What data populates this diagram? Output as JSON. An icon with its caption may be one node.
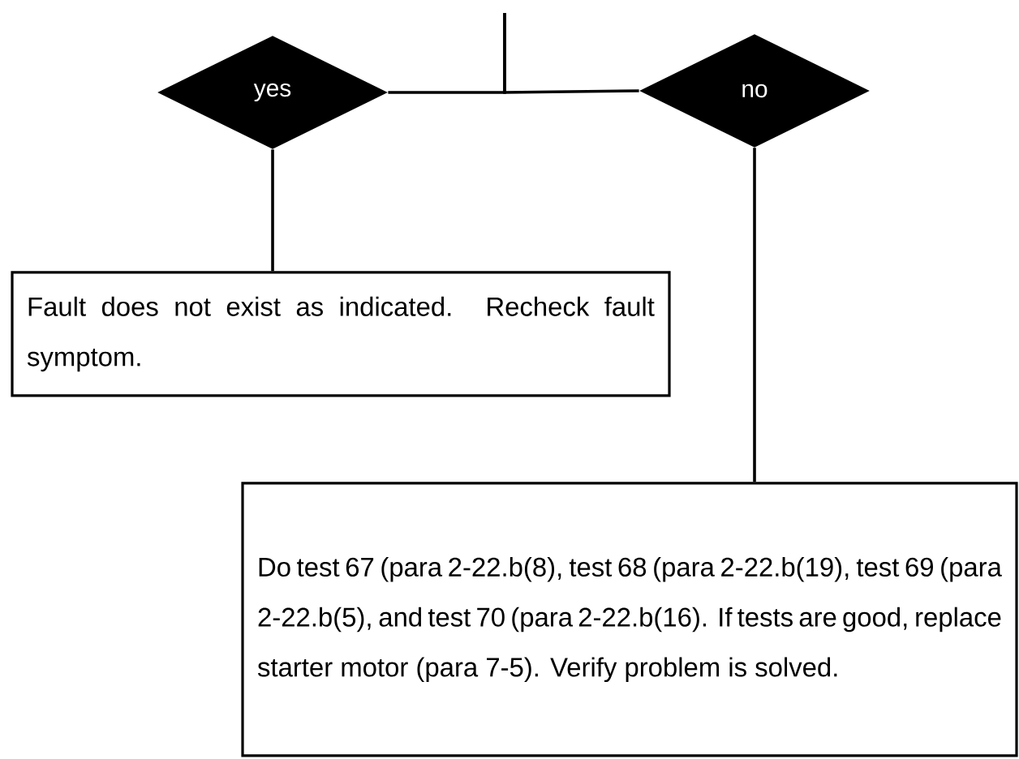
{
  "diagram": {
    "nodes": [
      {
        "text": [
          "yes"
        ]
      },
      {
        "text": [
          "no"
        ]
      },
      {
        "text": [
          "Fault does not exist as indicated. Recheck fault symptom."
        ]
      },
      {
        "text": [
          "Do test 67 (para 2-22.b(8), test 68 (para 2-22.b(19), test 69 (para 2-22.b(5), and test 70 (para 2-22.b(16). If tests are good, replace starter motor (para 7-5). Verify problem is solved."
        ]
      }
    ],
    "edges": [
      {
        "from": null,
        "to": 0,
        "arrow": "none"
      },
      {
        "from": null,
        "to": 1,
        "arrow": "none"
      },
      {
        "from": 0,
        "to": 2,
        "arrow": "none"
      },
      {
        "from": 1,
        "to": 3,
        "arrow": "none"
      }
    ]
  }
}
